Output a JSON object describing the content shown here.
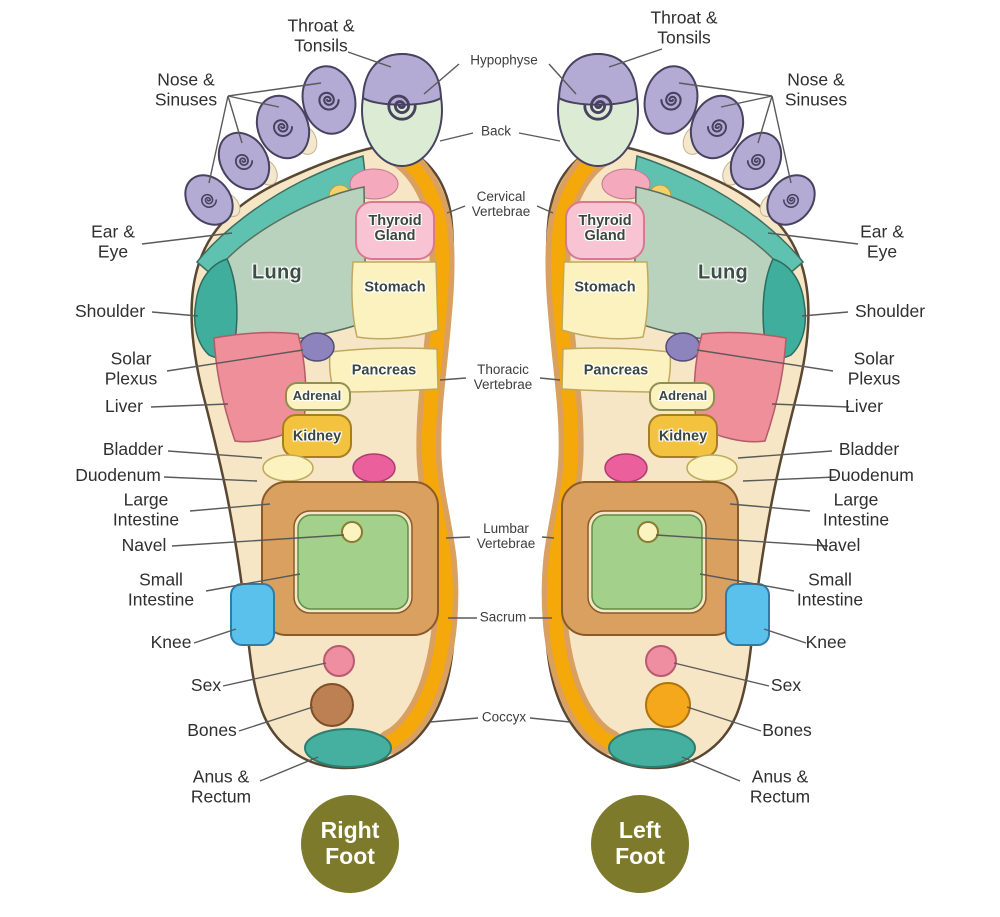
{
  "labels": {
    "left": [
      "Throat & Tonsils",
      "Nose & Sinuses",
      "Ear & Eye",
      "Shoulder",
      "Solar Plexus",
      "Liver",
      "Bladder",
      "Duodenum",
      "Large Intestine",
      "Navel",
      "Small Intestine",
      "Knee",
      "Sex",
      "Bones",
      "Anus & Rectum"
    ],
    "center": [
      "Hypophyse",
      "Back",
      "Cervical Vertebrae",
      "Thoracic Vertebrae",
      "Lumbar Vertebrae",
      "Sacrum",
      "Coccyx"
    ],
    "right": [
      "Throat & Tonsils",
      "Nose & Sinuses",
      "Ear & Eye",
      "Shoulder",
      "Solar Plexus",
      "Liver",
      "Bladder",
      "Duodenum",
      "Large Intestine",
      "Navel",
      "Small Intestine",
      "Knee",
      "Sex",
      "Bones",
      "Anus & Rectum"
    ]
  },
  "zones": {
    "lung": "Lung",
    "thyroid": "Thyroid Gland",
    "stomach": "Stomach",
    "pancreas": "Pancreas",
    "adrenal": "Adrenal",
    "kidney": "Kidney"
  },
  "footer": {
    "right_foot": "Right Foot",
    "left_foot": "Left Foot"
  },
  "colors": {
    "sole_beige": "#f6e6c6",
    "outline_brown": "#5a4732",
    "toe_purple": "#b4abd5",
    "big_toe_green": "#dcebd4",
    "spine_orange": "#f5a80a",
    "spine_tan": "#d9a05f",
    "lung_sage": "#b9d2bd",
    "shoulder_teal": "#3fae9d",
    "ear_eye_teal": "#5fc2b1",
    "thyroid_pink": "#f8c3d3",
    "pale_yellow_zone": "#fcf2c0",
    "kidney_yellow": "#f3c23e",
    "liver_salmon": "#ee8f9a",
    "solar_plexus_purple": "#8d83bd",
    "intestine_tan": "#d9a05f",
    "small_intestine_green": "#a3d08a",
    "knee_blue": "#59c1ec",
    "sex_pink": "#ef8da1",
    "bones_brown": "#bd8052",
    "bones_orange_left": "#f5a81c",
    "duodenum_magenta": "#ec5f9d",
    "anus_teal": "#45b0a0",
    "badge_olive": "#7d7b2b"
  }
}
